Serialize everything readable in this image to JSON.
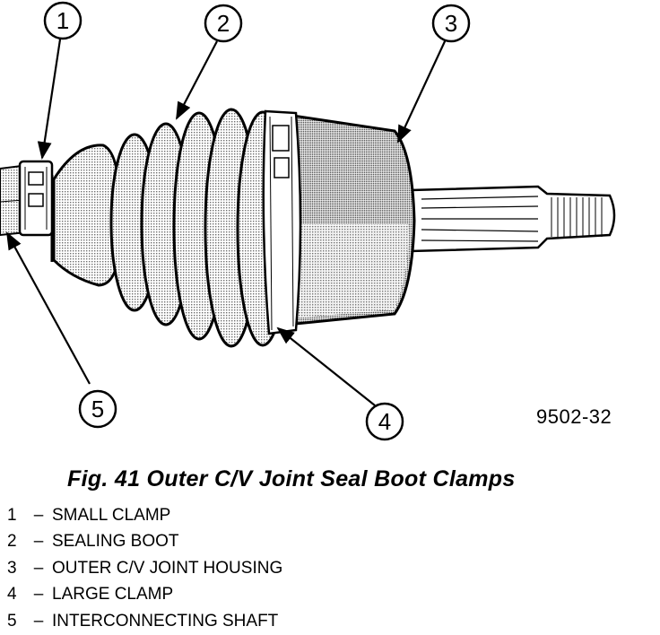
{
  "callouts": [
    {
      "number": "1",
      "label": "SMALL CLAMP"
    },
    {
      "number": "2",
      "label": "SEALING BOOT"
    },
    {
      "number": "3",
      "label": "OUTER C/V JOINT HOUSING"
    },
    {
      "number": "4",
      "label": "LARGE CLAMP"
    },
    {
      "number": "5",
      "label": "INTERCONNECTING SHAFT"
    }
  ],
  "figure_code": "9502-32",
  "caption": "Fig. 41 Outer C/V Joint Seal Boot Clamps",
  "separator": "–",
  "colors": {
    "ink": "#000000",
    "paper": "#ffffff",
    "screen": "#888888"
  }
}
